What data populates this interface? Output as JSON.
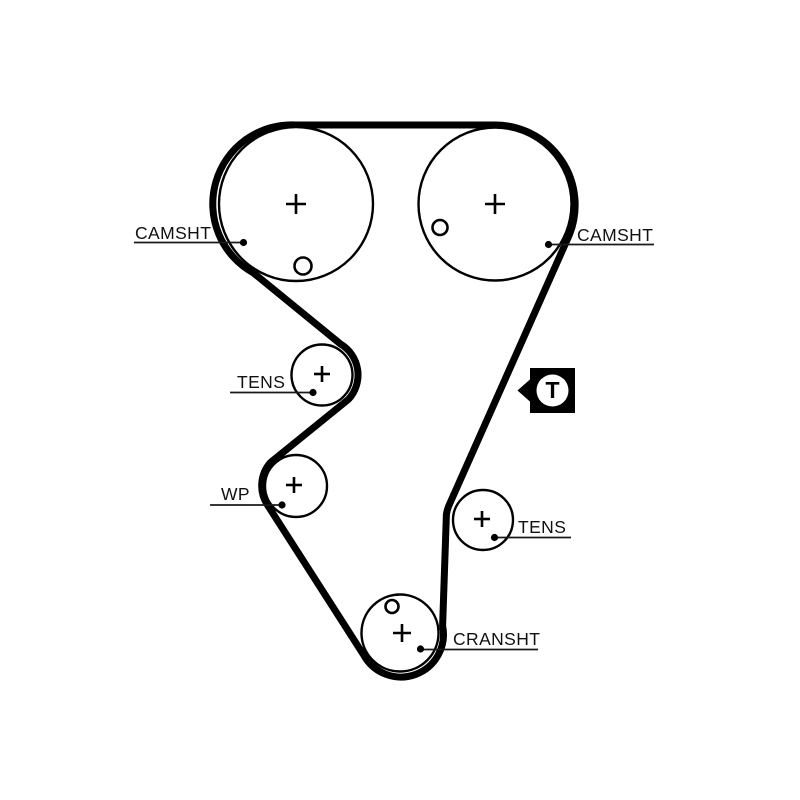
{
  "diagram": {
    "type": "timing-belt-routing-diagram",
    "background_color": "#ffffff",
    "line_color": "#000000",
    "labels": {
      "camshaft_left": "CAMSHT",
      "camshaft_right": "CAMSHT",
      "tensioner_left": "TENS",
      "tensioner_right": "TENS",
      "water_pump": "WP",
      "crankshaft": "CRANSHT",
      "timing_marker": "T"
    },
    "components": [
      {
        "name": "camshaft-pulley-left",
        "label": "CAMSHT"
      },
      {
        "name": "camshaft-pulley-right",
        "label": "CAMSHT"
      },
      {
        "name": "tensioner-left",
        "label": "TENS"
      },
      {
        "name": "water-pump",
        "label": "WP"
      },
      {
        "name": "crankshaft-pulley",
        "label": "CRANSHT"
      },
      {
        "name": "tensioner-right",
        "label": "TENS"
      },
      {
        "name": "tension-check-marker",
        "label": "T"
      }
    ]
  }
}
